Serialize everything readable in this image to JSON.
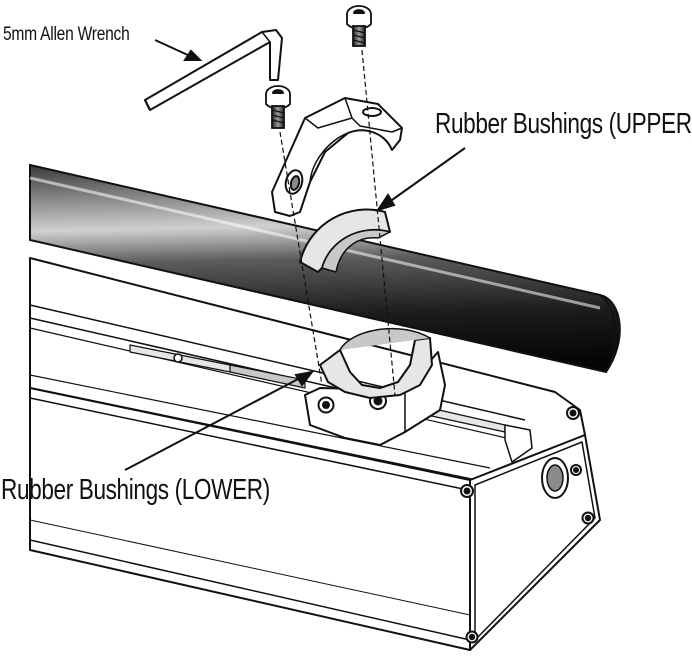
{
  "labels": {
    "wrench": "5mm Allen Wrench",
    "upper": "Rubber Bushings (UPPER)",
    "lower": "Rubber Bushings (LOWER)"
  },
  "colors": {
    "line": "#111111",
    "fill": "#ffffff",
    "light_gray": "#e6e6e6",
    "mid_gray": "#c8c8c8",
    "dark_gray": "#8a8a8a",
    "tube_dark": "#1a1a1a"
  }
}
